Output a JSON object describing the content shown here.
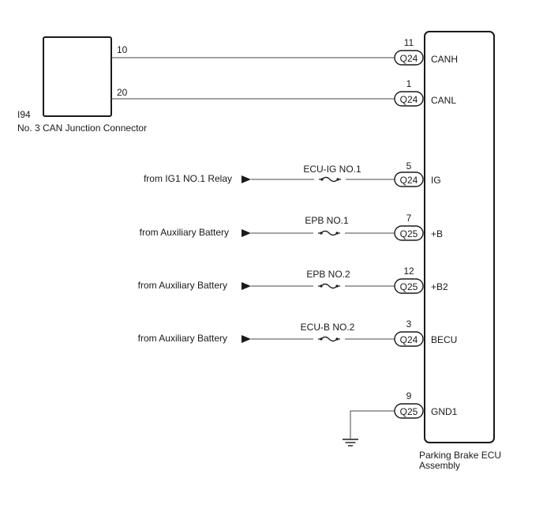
{
  "junction": {
    "id": "I94",
    "name": "No. 3 CAN Junction Connector",
    "pins": [
      "10",
      "20"
    ]
  },
  "ecu": {
    "name_line1": "Parking Brake ECU",
    "name_line2": "Assembly"
  },
  "rows": [
    {
      "pin": "11",
      "connector": "Q24",
      "terminal": "CANH",
      "source": "",
      "fuse": ""
    },
    {
      "pin": "1",
      "connector": "Q24",
      "terminal": "CANL",
      "source": "",
      "fuse": ""
    },
    {
      "pin": "5",
      "connector": "Q24",
      "terminal": "IG",
      "source": "from IG1 NO.1 Relay",
      "fuse": "ECU-IG NO.1"
    },
    {
      "pin": "7",
      "connector": "Q25",
      "terminal": "+B",
      "source": "from Auxiliary Battery",
      "fuse": "EPB NO.1"
    },
    {
      "pin": "12",
      "connector": "Q25",
      "terminal": "+B2",
      "source": "from Auxiliary Battery",
      "fuse": "EPB NO.2"
    },
    {
      "pin": "3",
      "connector": "Q24",
      "terminal": "BECU",
      "source": "from Auxiliary Battery",
      "fuse": "ECU-B NO.2"
    },
    {
      "pin": "9",
      "connector": "Q25",
      "terminal": "GND1",
      "source": "",
      "fuse": ""
    }
  ]
}
